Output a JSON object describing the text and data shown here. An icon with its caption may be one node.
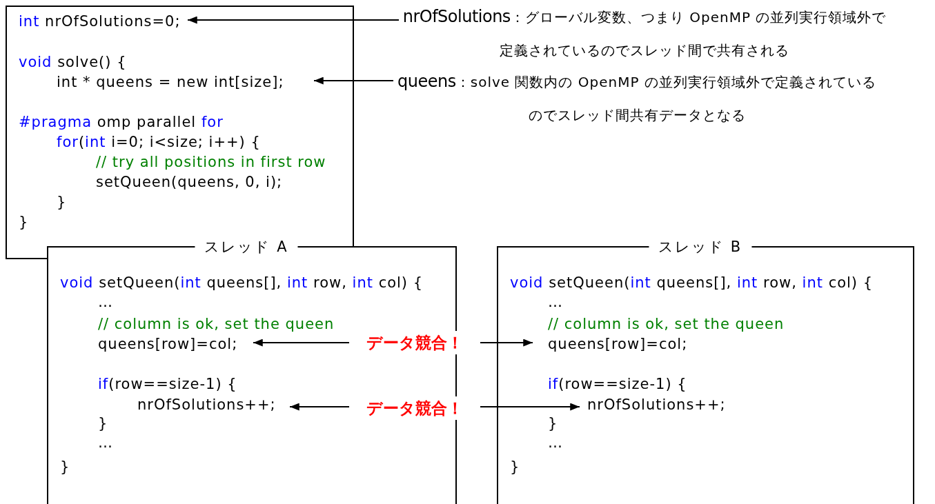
{
  "diagram": {
    "nodes": [
      {
        "text": [
          "int nrOfSolutions=0;",
          "void solve() {",
          "int * queens = new int[size];",
          "#pragma omp parallel for",
          "for(int i=0; i<size; i++) {",
          "// try all positions in first row",
          "setQueen(queens, 0, i);",
          "}",
          "}"
        ]
      },
      {
        "text": [
          "スレッド A",
          "void setQueen(int queens[], int row, int col) {",
          "…",
          "// column is ok, set the queen",
          "queens[row]=col;",
          "if(row==size-1) {",
          "nrOfSolutions++;",
          "}",
          "…",
          "}"
        ]
      },
      {
        "text": [
          "スレッド B",
          "void setQueen(int queens[], int row, int col) {",
          "…",
          "// column is ok, set the queen",
          "queens[row]=col;",
          "if(row==size-1) {",
          "nrOfSolutions++;",
          "}",
          "…",
          "}"
        ]
      },
      {
        "text": [
          "nrOfSolutions",
          "：グローバル変数、つまり OpenMP の並列実行領域外で定義されているのでスレッド間で共有される"
        ]
      },
      {
        "text": [
          "queens",
          "：solve 関数内の OpenMP の並列実行領域外で定義されているのでスレッド間共有データとなる"
        ]
      },
      {
        "text": [
          "データ競合！"
        ]
      },
      {
        "text": [
          "データ競合！"
        ]
      }
    ],
    "edges": [
      {
        "from": 3,
        "to": 0,
        "arrow": "to"
      },
      {
        "from": 4,
        "to": 0,
        "arrow": "to"
      },
      {
        "from": 5,
        "to": 1,
        "arrow": "to"
      },
      {
        "from": 5,
        "to": 2,
        "arrow": "to"
      },
      {
        "from": 6,
        "to": 1,
        "arrow": "to"
      },
      {
        "from": 6,
        "to": 2,
        "arrow": "to"
      }
    ]
  }
}
